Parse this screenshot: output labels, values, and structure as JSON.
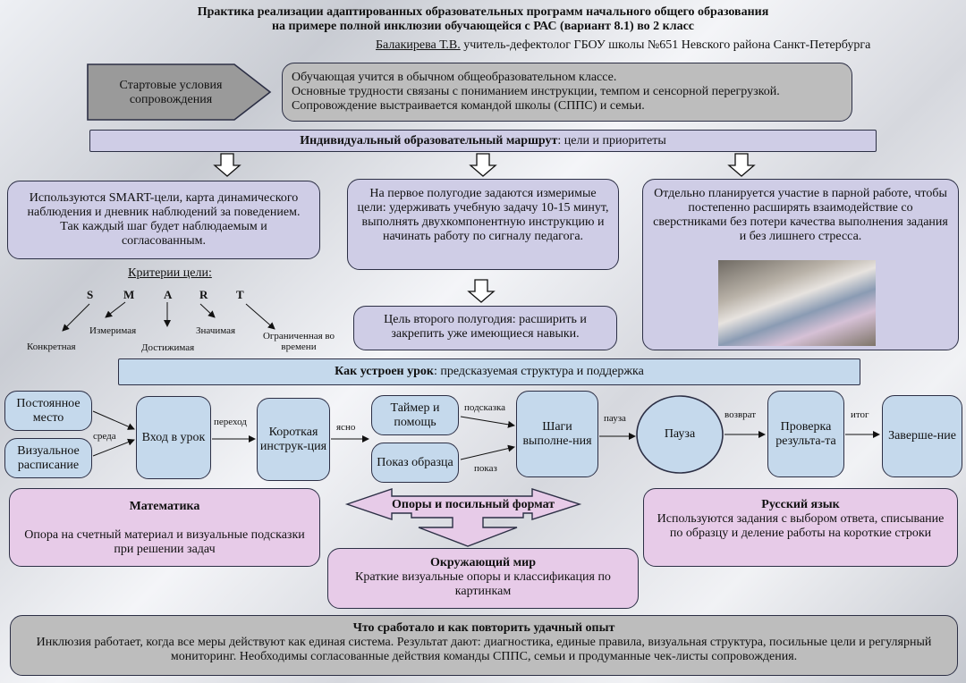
{
  "header": {
    "title_line1": "Практика реализации адаптированных образовательных программ начального общего образования",
    "title_line2": "на примере полной инклюзии обучающейся с РАС (вариант 8.1) во 2 класс",
    "author_name": "Балакирева Т.В.",
    "author_rest": " учитель-дефектолог ГБОУ школы №651 Невского района Санкт-Петербурга"
  },
  "start": {
    "label": "Стартовые условия сопровождения",
    "lines": [
      "Обучающая учится в обычном общеобразовательном классе.",
      "Основные трудности связаны с пониманием инструкции, темпом и сенсорной перегрузкой.",
      "Сопровождение выстраивается командой школы (СППС) и семьи."
    ]
  },
  "route": {
    "bold": "Индивидуальный образовательный маршрут",
    "rest": ": цели и приоритеты"
  },
  "col1": {
    "text": "Используются SMART-цели, карта динамического наблюдения и дневник наблюдений за поведением. Так каждый шаг будет наблюдаемым и согласованным."
  },
  "col2": {
    "text": "На первое полугодие задаются измеримые цели: удерживать учебную задачу 10-15 минут, выполнять двухкомпонентную инструкцию и начинать работу по сигналу педагога.",
    "second": "Цель второго полугодия: расширить и закрепить уже имеющиеся навыки."
  },
  "col3": {
    "text": "Отдельно планируется участие в парной работе, чтобы постепенно расширять взаимодействие со сверстниками без потери качества выполнения задания и без лишнего стресса."
  },
  "smart": {
    "heading": "Критерии цели:",
    "letters": [
      "S",
      "M",
      "A",
      "R",
      "T"
    ],
    "labels": [
      "Конкретная",
      "Измеримая",
      "Достижимая",
      "Значимая",
      "Ограниченная во времени"
    ]
  },
  "lesson": {
    "bold": "Как устроен урок",
    "rest": ": предсказуемая структура и поддержка"
  },
  "flow": {
    "place": "Постоянное место",
    "schedule": "Визуальное расписание",
    "entry": "Вход в урок",
    "instruction": "Короткая инструк-ция",
    "timer": "Таймер и помощь",
    "sample": "Показ образца",
    "steps": "Шаги выполне-ния",
    "pause": "Пауза",
    "check": "Проверка результа-та",
    "finish": "Заверше-ние",
    "labels": {
      "environment": "среда",
      "transition": "переход",
      "clear": "ясно",
      "hint": "подсказка",
      "show": "показ",
      "pause": "пауза",
      "return": "возврат",
      "result": "итог"
    }
  },
  "subjects": {
    "math": {
      "title": "Математика",
      "text": "Опора на счетный материал и визуальные подсказки при решении задач"
    },
    "supports": "Опоры и посильный формат",
    "world": {
      "title": "Окружающий мир",
      "text": "Краткие визуальные опоры и классификация по картинкам"
    },
    "russian": {
      "title": "Русский язык",
      "text": "Используются задания с выбором ответа, списывание по образцу и деление работы на короткие строки"
    }
  },
  "summary": {
    "title": "Что сработало и как повторить удачный опыт",
    "text": "Инклюзия работает, когда все меры действуют как единая система. Результат дают: диагностика, единые правила, визуальная структура, посильные цели и регулярный мониторинг. Необходимы согласованные действия команды СППС, семьи и продуманные чек-листы сопровождения."
  },
  "colors": {
    "grey": "#bdbdbd",
    "lavender": "#cfcde6",
    "blue": "#c5d9ec",
    "pink": "#e7cbe8",
    "border": "#2c2f45"
  }
}
